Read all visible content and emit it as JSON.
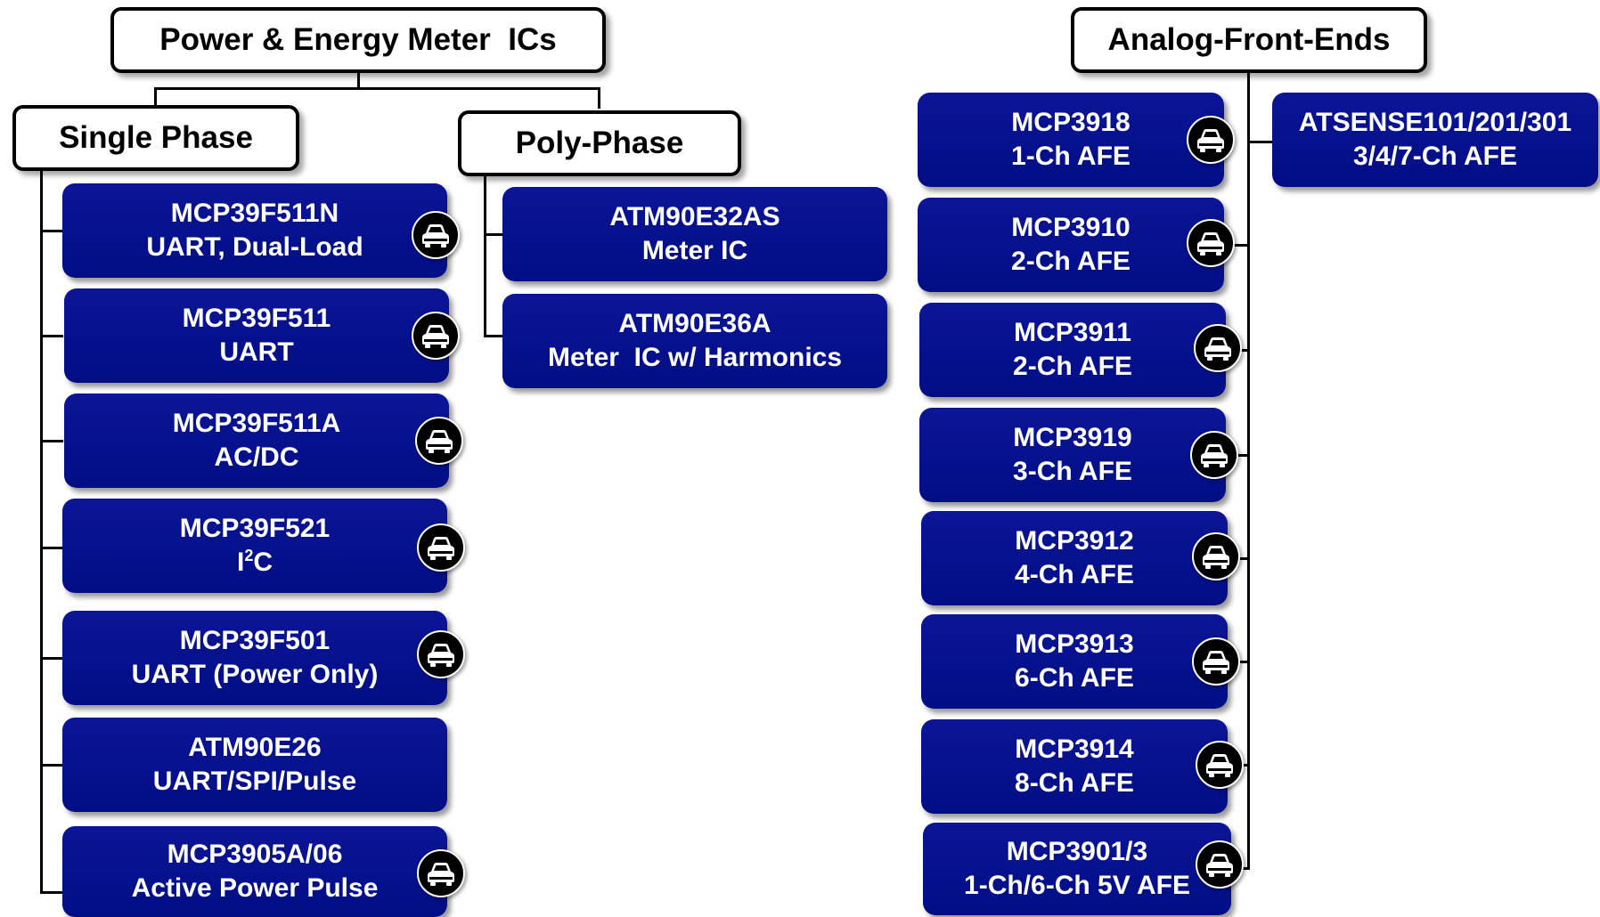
{
  "headers": {
    "power_energy": "Power & Energy Meter  ICs",
    "analog_front_ends": "Analog-Front-Ends",
    "single_phase": "Single Phase",
    "poly_phase": "Poly-Phase"
  },
  "single_phase_devices": [
    {
      "title": "MCP39F511N",
      "subtitle": "UART, Dual-Load",
      "automotive": true
    },
    {
      "title": "MCP39F511",
      "subtitle": "UART",
      "automotive": true
    },
    {
      "title": "MCP39F511A",
      "subtitle": "AC/DC",
      "automotive": true
    },
    {
      "title": "MCP39F521",
      "subtitle_main": "I",
      "subtitle_sup": "2",
      "subtitle_tail": "C",
      "automotive": true
    },
    {
      "title": "MCP39F501",
      "subtitle": "UART (Power Only)",
      "automotive": true
    },
    {
      "title": "ATM90E26",
      "subtitle": "UART/SPI/Pulse",
      "automotive": false
    },
    {
      "title": "MCP3905A/06",
      "subtitle": "Active Power Pulse",
      "automotive": true
    }
  ],
  "poly_phase_devices": [
    {
      "title": "ATM90E32AS",
      "subtitle": "Meter IC"
    },
    {
      "title": "ATM90E36A",
      "subtitle": "Meter  IC w/ Harmonics"
    }
  ],
  "afe_devices": [
    {
      "title": "MCP3918",
      "subtitle": "1-Ch AFE",
      "automotive": true
    },
    {
      "title": "MCP3910",
      "subtitle": "2-Ch AFE",
      "automotive": true
    },
    {
      "title": "MCP3911",
      "subtitle": "2-Ch AFE",
      "automotive": true
    },
    {
      "title": "MCP3919",
      "subtitle": "3-Ch AFE",
      "automotive": true
    },
    {
      "title": "MCP3912",
      "subtitle": "4-Ch AFE",
      "automotive": true
    },
    {
      "title": "MCP3913",
      "subtitle": "6-Ch AFE",
      "automotive": true
    },
    {
      "title": "MCP3914",
      "subtitle": "8-Ch AFE",
      "automotive": true
    },
    {
      "title": "MCP3901/3",
      "subtitle": "1-Ch/6-Ch 5V AFE",
      "automotive": true
    }
  ],
  "atsense": {
    "title": "ATSENSE101/201/301",
    "subtitle": "3/4/7-Ch AFE"
  },
  "icons": {
    "automotive": "car-icon"
  },
  "colors": {
    "node_fill": "#000e85",
    "node_text": "#ffffff",
    "header_border": "#000000",
    "badge": "#000000"
  }
}
